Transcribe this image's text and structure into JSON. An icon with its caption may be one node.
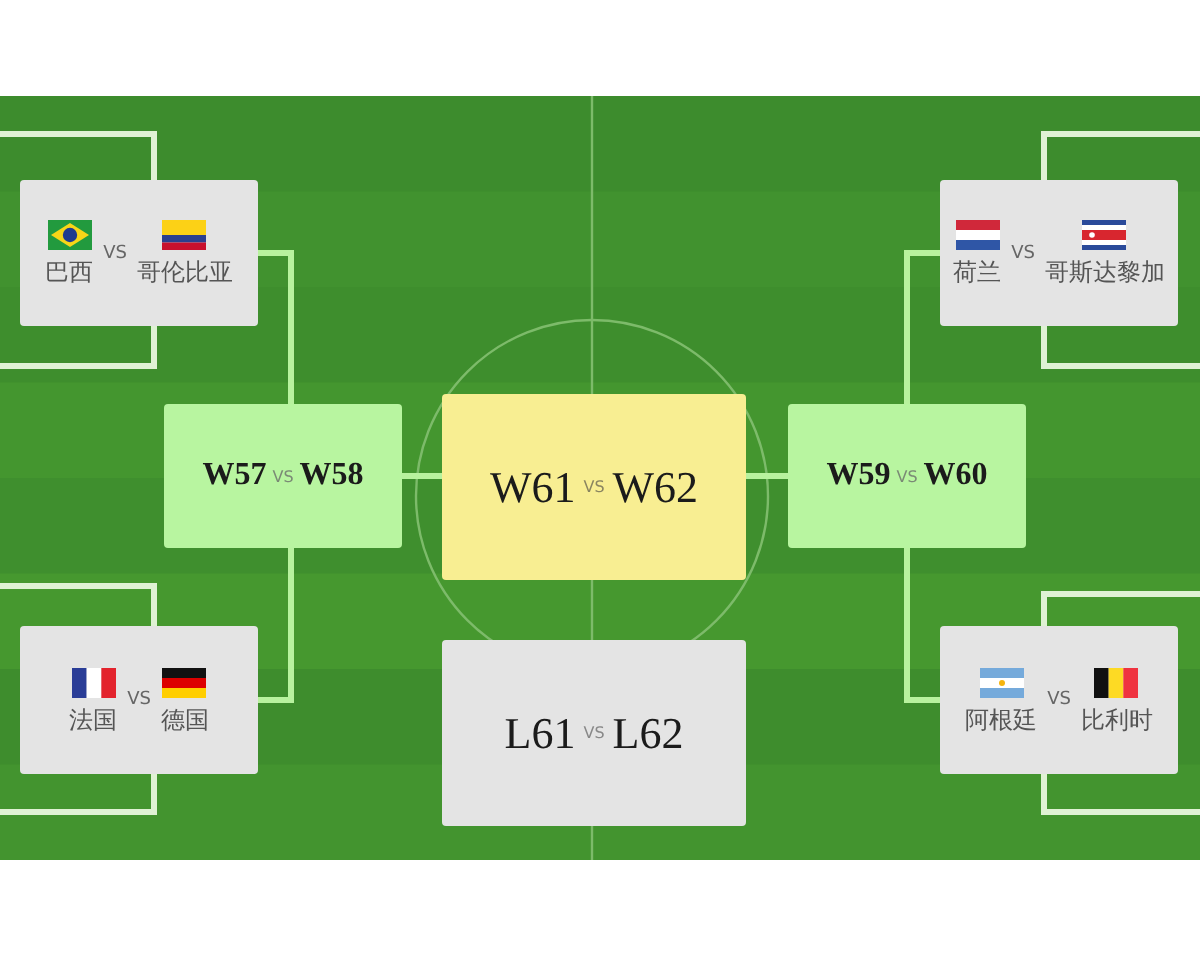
{
  "diagram": {
    "nodes": [
      {
        "text": [
          "巴西",
          "VS",
          "哥伦比亚"
        ]
      },
      {
        "text": [
          "荷兰",
          "VS",
          "哥斯达黎加"
        ]
      },
      {
        "text": [
          "W57",
          "VS",
          "W58"
        ]
      },
      {
        "text": [
          "W61",
          "VS",
          "W62"
        ]
      },
      {
        "text": [
          "W59",
          "VS",
          "W60"
        ]
      },
      {
        "text": [
          "法国",
          "VS",
          "德国"
        ]
      },
      {
        "text": [
          "L61",
          "VS",
          "L62"
        ]
      },
      {
        "text": [
          "阿根廷",
          "VS",
          "比利时"
        ]
      }
    ],
    "edges": [
      {
        "from": 0,
        "to": 2,
        "arrow": "none"
      },
      {
        "from": 5,
        "to": 2,
        "arrow": "none"
      },
      {
        "from": 1,
        "to": 4,
        "arrow": "none"
      },
      {
        "from": 7,
        "to": 4,
        "arrow": "none"
      },
      {
        "from": 2,
        "to": 3,
        "arrow": "none"
      },
      {
        "from": 4,
        "to": 3,
        "arrow": "none"
      }
    ]
  }
}
